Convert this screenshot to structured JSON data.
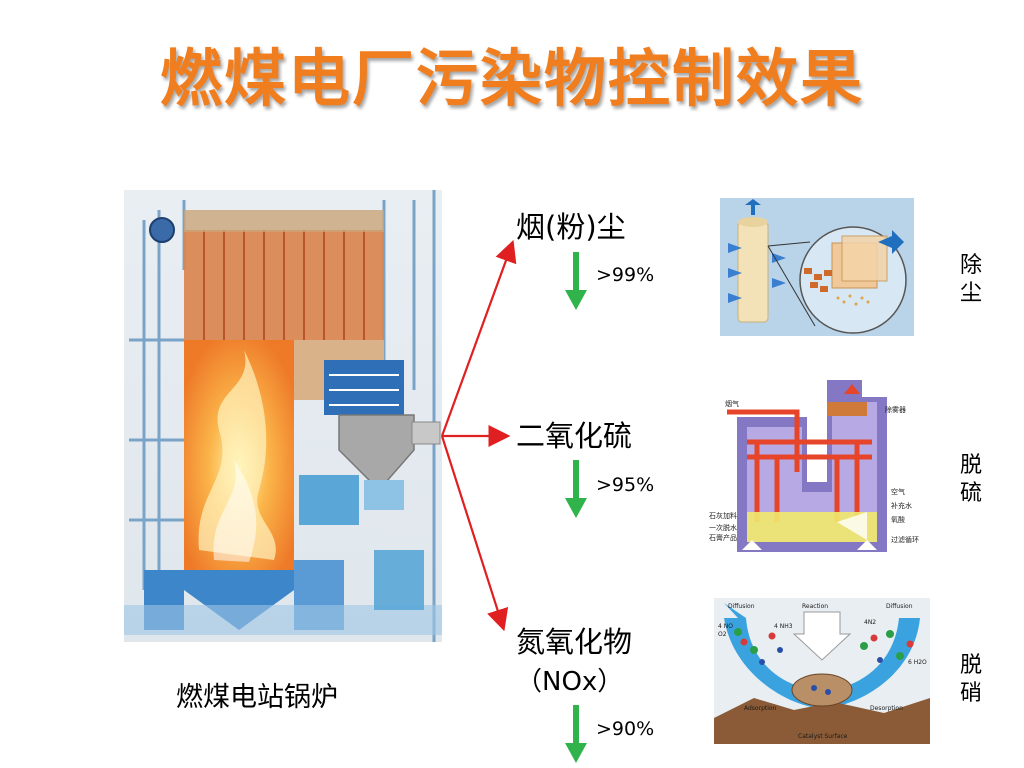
{
  "title": "燃煤电厂污染物控制效果",
  "boiler": {
    "caption": "燃煤电站锅炉"
  },
  "pollutants": [
    {
      "name": "烟(粉)尘",
      "reduction": ">99%",
      "process": "除尘"
    },
    {
      "name": "二氧化硫",
      "reduction": ">95%",
      "process": "脱硫"
    },
    {
      "name": "氮氧化物",
      "name_sub": "（NOx）",
      "reduction": ">90%",
      "process": "脱硝"
    }
  ],
  "fgd_diagram": {
    "labels": [
      "烟气",
      "除雾器",
      "空气",
      "补充水",
      "石灰加料",
      "氧酸",
      "一次脱水",
      "石膏产品",
      "过滤循环"
    ]
  },
  "scr_diagram": {
    "labels": [
      "Diffusion",
      "Reaction",
      "Diffusion",
      "4 NO",
      "O2",
      "4 NH3",
      "4N2",
      "6 H2O",
      "Adsorption",
      "Desorption",
      "Catalyst Surface"
    ]
  },
  "colors": {
    "title": "#f07d1e",
    "branch_arrow": "#e02020",
    "reduction_arrow": "#2fb34a"
  },
  "icons": {
    "branch": "red-arrow-icon",
    "reduction": "green-down-arrow-icon"
  }
}
